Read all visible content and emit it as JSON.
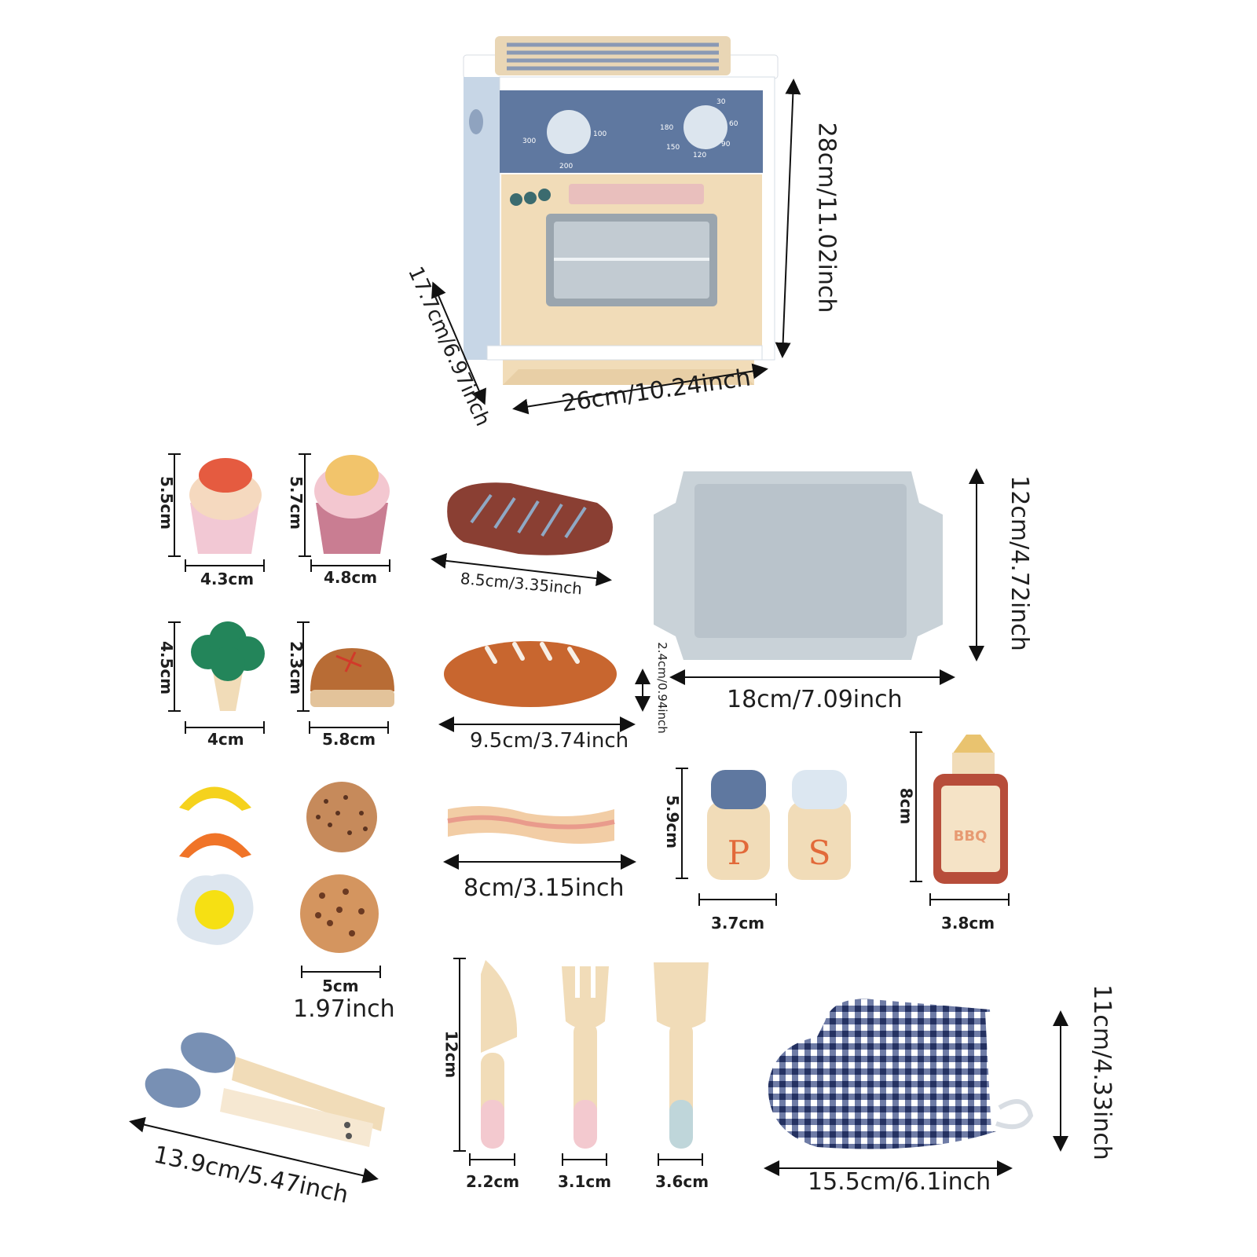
{
  "dimensions": {
    "oven_height": "28cm/11.02inch",
    "oven_depth": "17.7cm/6.97inch",
    "oven_width": "26cm/10.24inch",
    "cupcake1_height": "5.5cm",
    "cupcake1_width": "4.3cm",
    "cupcake2_height": "5.7cm",
    "cupcake2_width": "4.8cm",
    "steak_length": "8.5cm/3.35inch",
    "tray_height": "12cm/4.72inch",
    "tray_width": "18cm/7.09inch",
    "tray_depth": "2.4cm/0.94inch",
    "broccoli_height": "4.5cm",
    "broccoli_width": "4cm",
    "bun_height": "2.3cm",
    "bun_width": "5.8cm",
    "bread_length": "9.5cm/3.74inch",
    "bacon_length": "8cm/3.15inch",
    "shaker_height": "5.9cm",
    "shaker_width": "3.7cm",
    "bbq_height": "8cm",
    "bbq_width": "3.8cm",
    "cookie_width": "5cm",
    "cookie_width_inch": "1.97inch",
    "utensil_height": "12cm",
    "knife_width": "2.2cm",
    "fork_width": "3.1cm",
    "spatula_width": "3.6cm",
    "tongs_length": "13.9cm/5.47inch",
    "mitt_height": "11cm/4.33inch",
    "mitt_width": "15.5cm/6.1inch"
  },
  "product_marks": {
    "oven_dial_left": [
      "300",
      "100",
      "200"
    ],
    "oven_dial_right": [
      "30",
      "180",
      "60",
      "150",
      "120",
      "90"
    ],
    "pepper_letter": "P",
    "salt_letter": "S",
    "bbq_text": "BBQ"
  },
  "colors": {
    "oven_blue": "#5f78a0",
    "wood": "#f1dcb8",
    "tray_gray": "#c9d2d8",
    "mitt_navy": "#2d3a68",
    "steak_brown": "#8a3f33"
  }
}
